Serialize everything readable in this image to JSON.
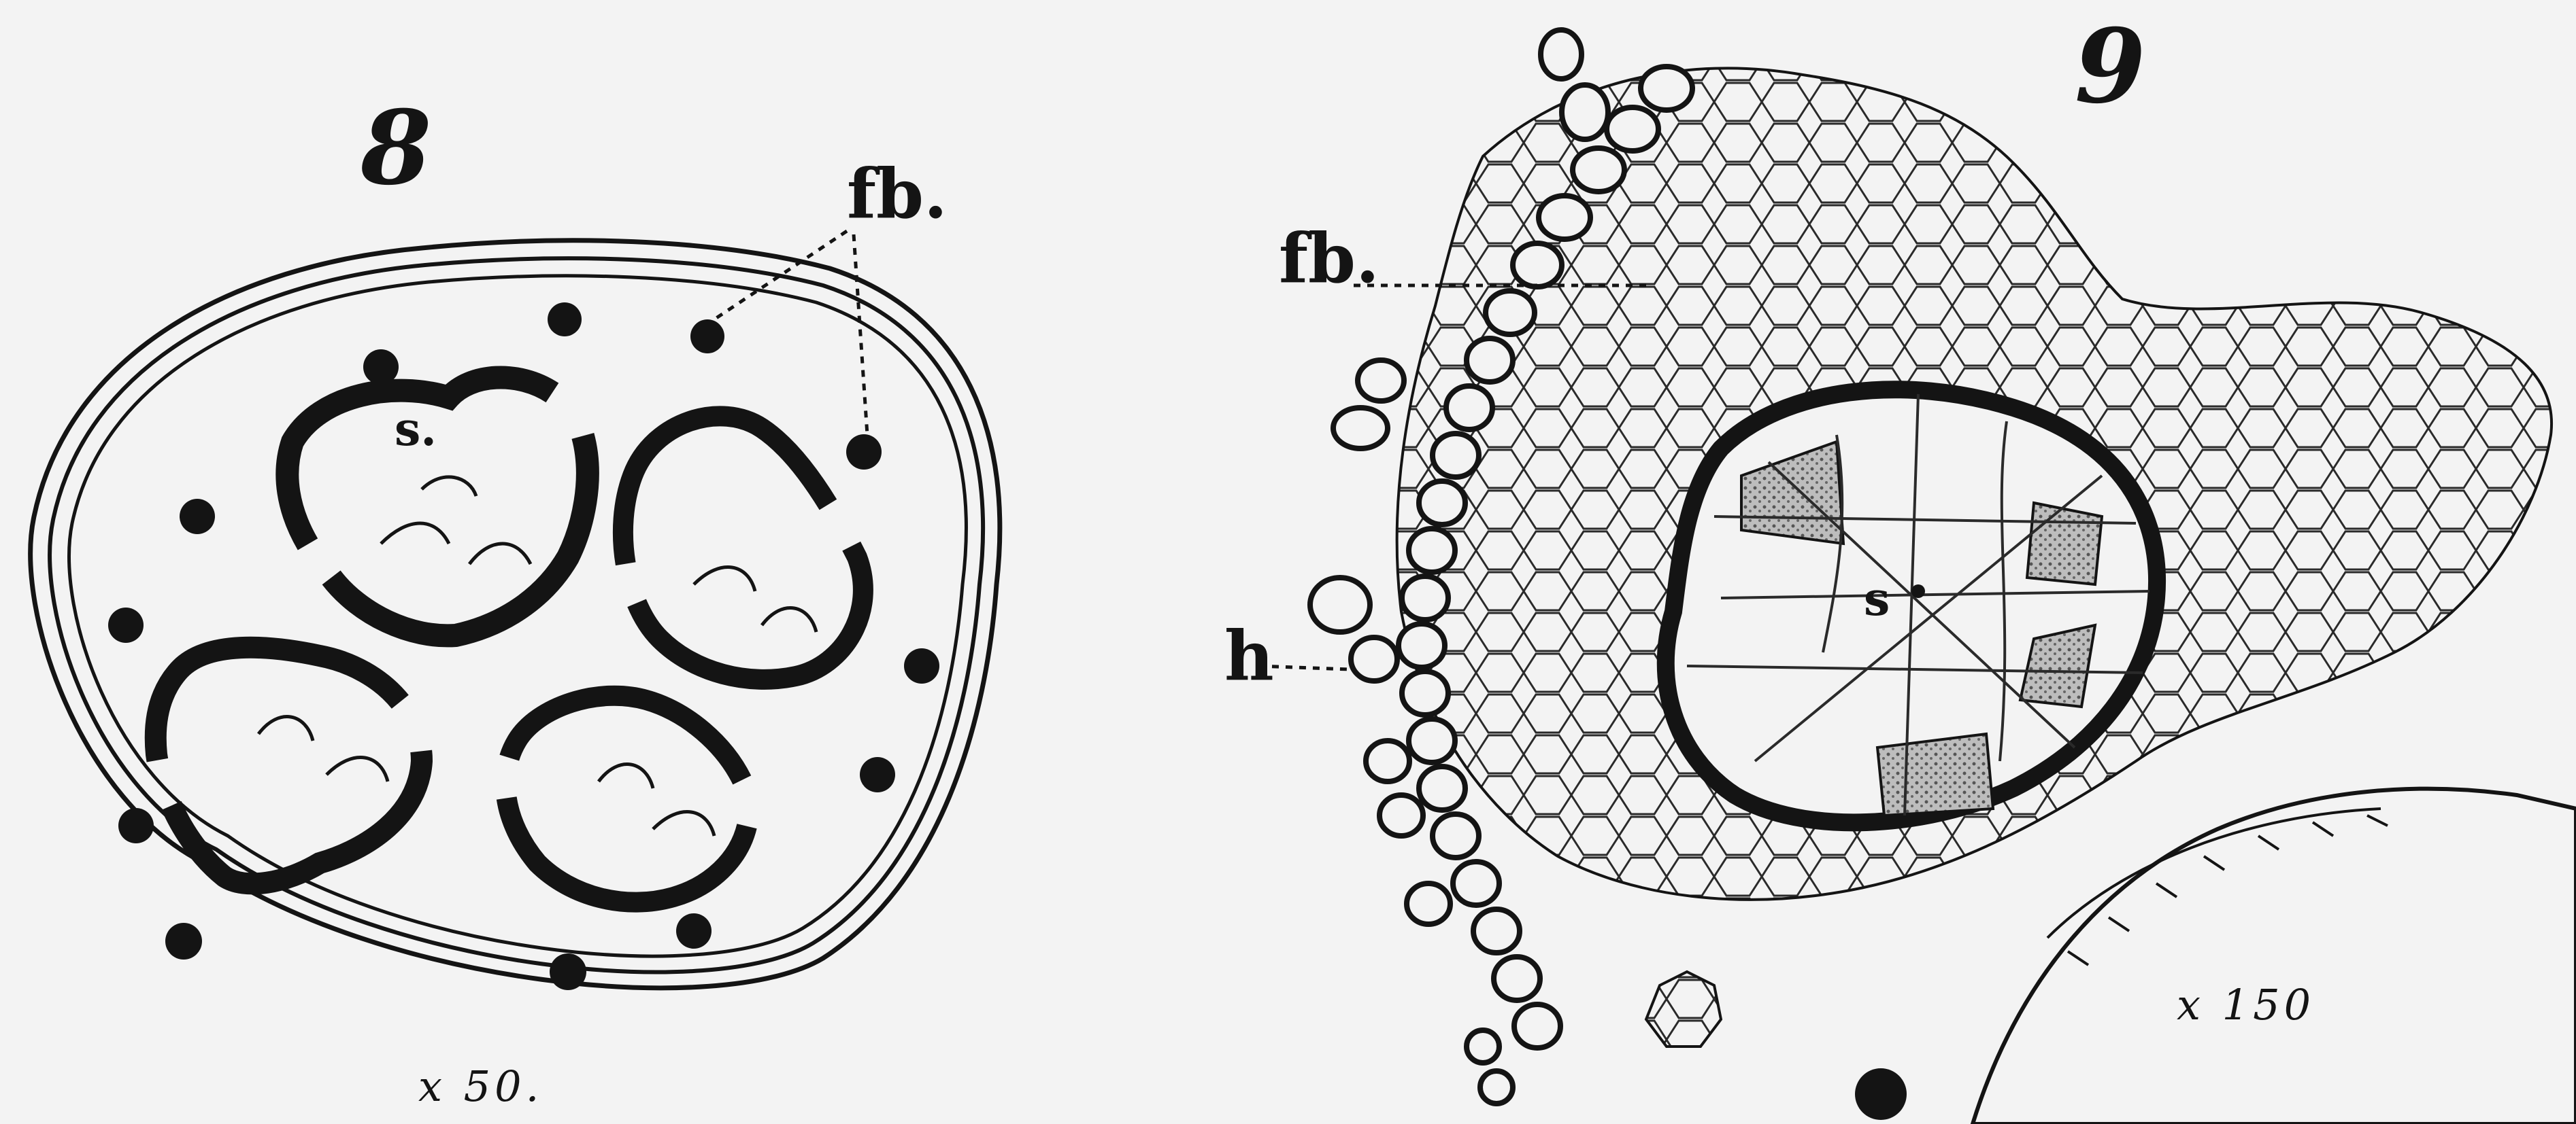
{
  "figure_8": {
    "number": "8",
    "label_fb": "fb.",
    "label_s": "s.",
    "magnification": "x 50."
  },
  "figure_9": {
    "number": "9",
    "label_fb": "fb.",
    "label_h": "h",
    "label_s": "s",
    "magnification": "x 150"
  },
  "colors": {
    "ink": "#141414",
    "paper": "#f3f3f3",
    "stipple": "#7a7a7a"
  }
}
